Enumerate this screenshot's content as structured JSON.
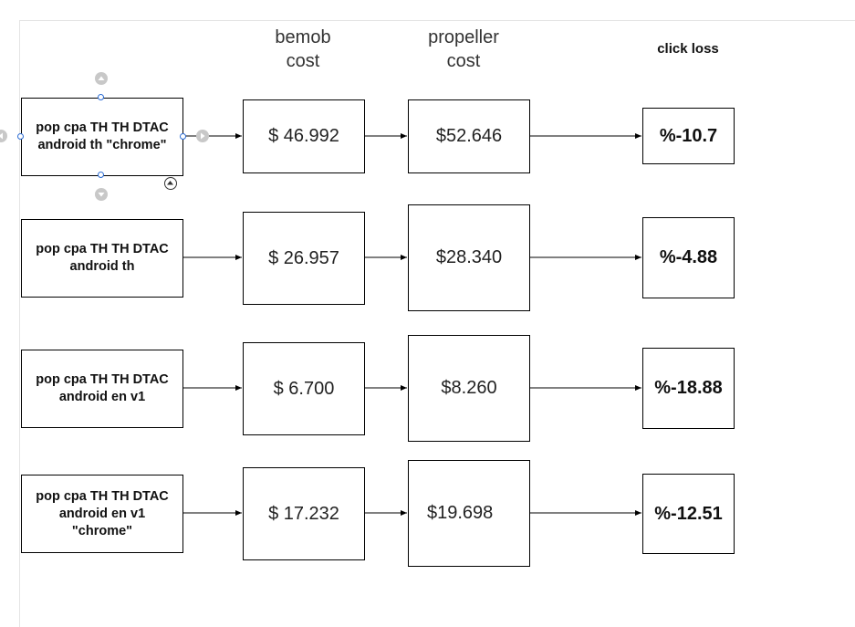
{
  "headers": {
    "bemob": "bemob\ncost",
    "propeller": "propeller\ncost",
    "click_loss": "click loss"
  },
  "rows": [
    {
      "source": "pop cpa TH TH DTAC\nandroid th \"chrome\"",
      "bemob_cost": "$ 46.992",
      "propeller_cost": "$52.646",
      "click_loss": "%-10.7"
    },
    {
      "source": "pop cpa TH TH DTAC\nandroid th",
      "bemob_cost": "$ 26.957",
      "propeller_cost": "$28.340",
      "click_loss": "%-4.88"
    },
    {
      "source": "pop cpa TH TH DTAC\nandroid en v1",
      "bemob_cost": "$ 6.700",
      "propeller_cost": "$8.260",
      "click_loss": "%-18.88"
    },
    {
      "source": "pop cpa TH TH DTAC\nandroid en v1\n\"chrome\"",
      "bemob_cost": "$ 17.232",
      "propeller_cost": "$19.698",
      "click_loss": "%-12.51"
    }
  ],
  "selection": {
    "selected_row": 0,
    "handle_color": "#2b6cd4",
    "hover_arrow_color": "#c8c8c8"
  }
}
